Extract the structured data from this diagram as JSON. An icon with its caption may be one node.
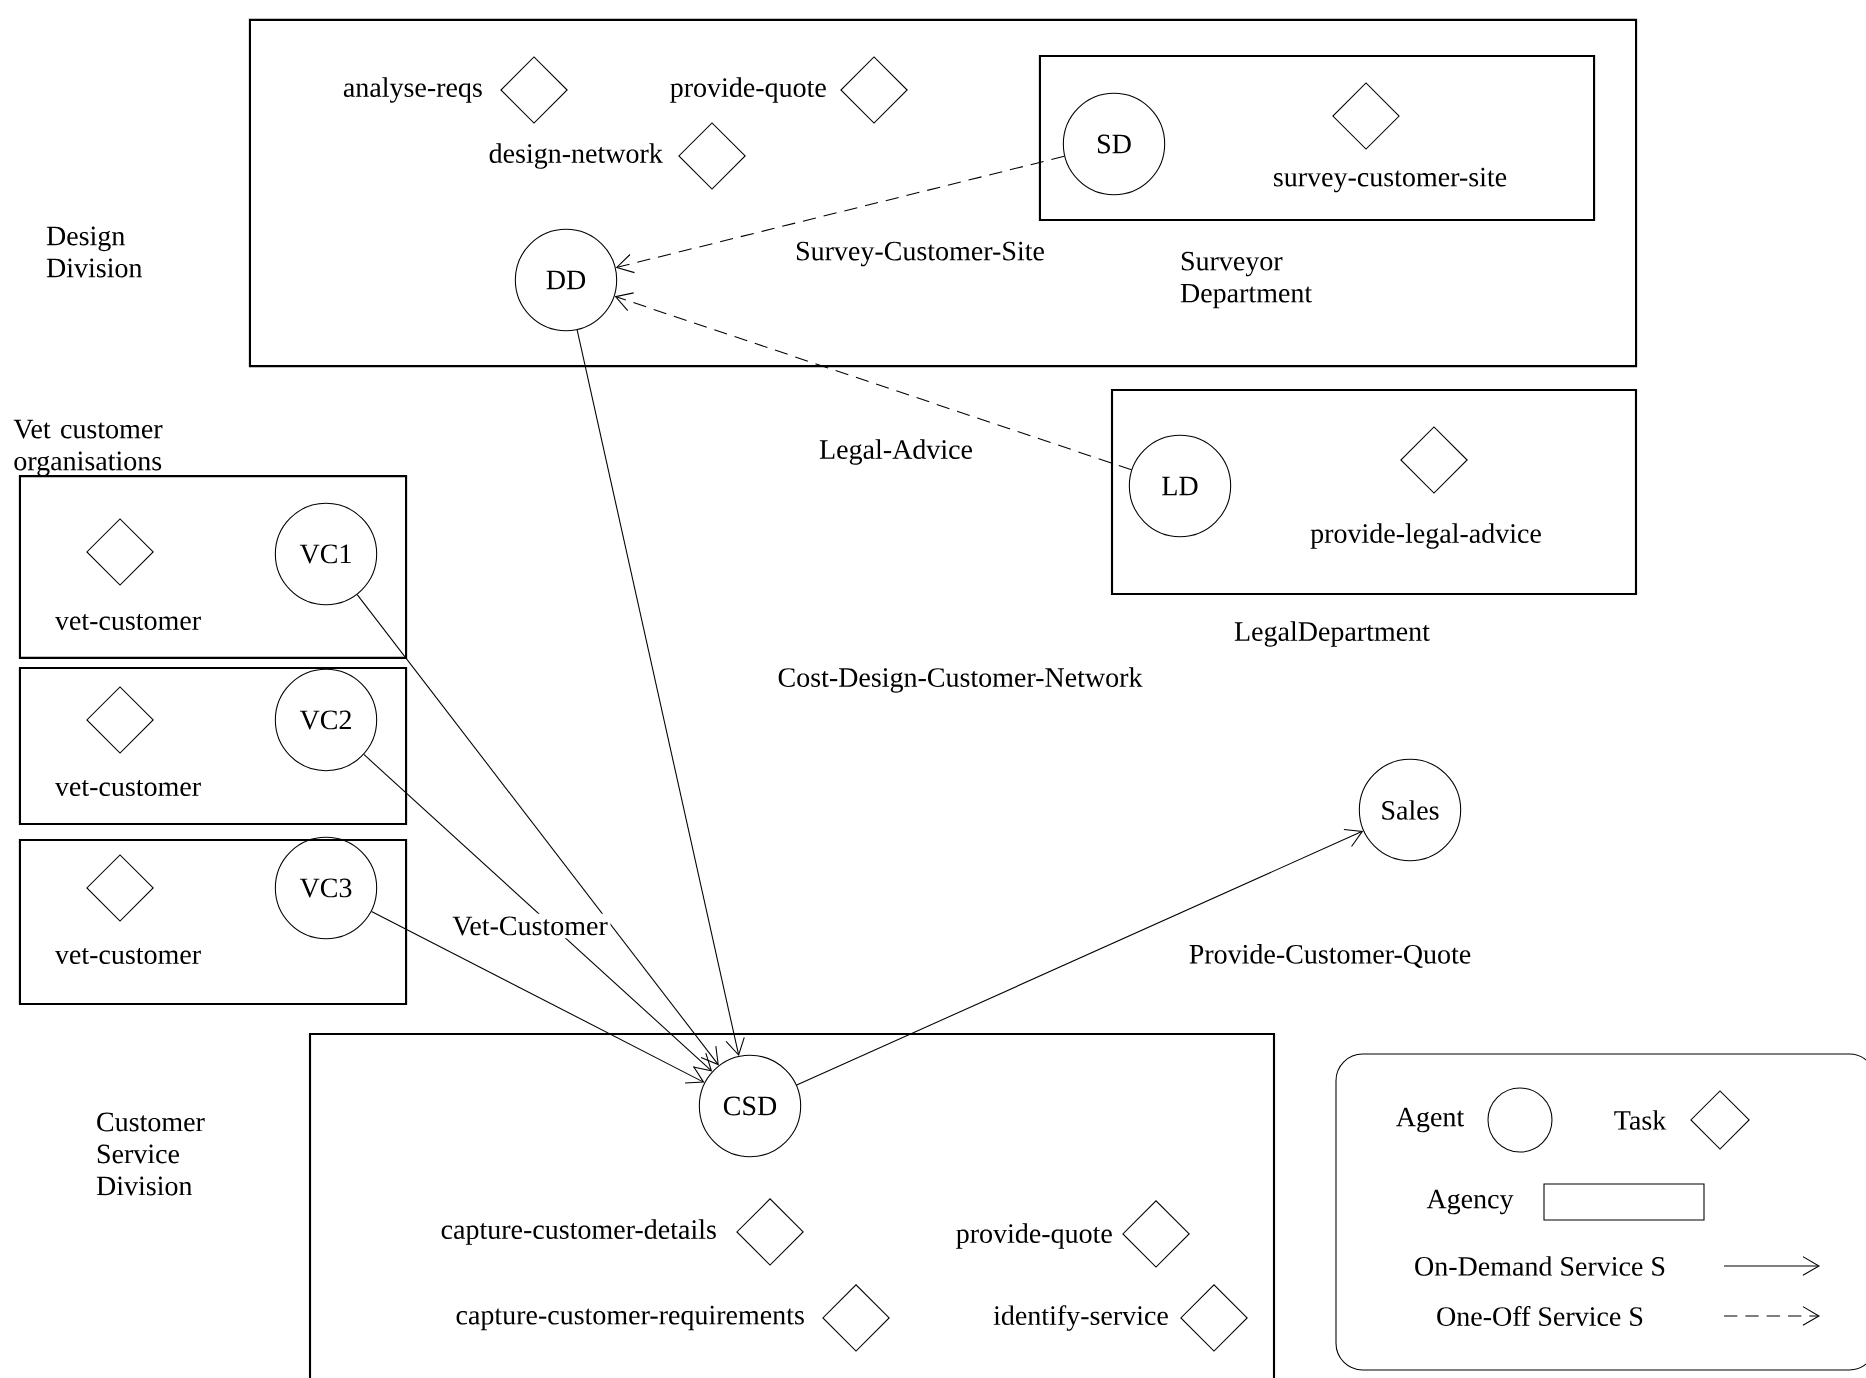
{
  "diagram": {
    "nodes": [
      {
        "text": [
          "Design Division"
        ]
      },
      {
        "text": [],
        "shape": "diamond",
        "beside": [
          "analyse-reqs"
        ],
        "in": 0
      },
      {
        "text": [],
        "shape": "diamond",
        "beside": [
          "provide-quote"
        ],
        "in": 0
      },
      {
        "text": [],
        "shape": "diamond",
        "beside": [
          "design-network"
        ],
        "in": 0
      },
      {
        "text": [
          "DD"
        ],
        "in": 0
      },
      {
        "text": [
          "Surveyor Department"
        ],
        "in": 0
      },
      {
        "text": [
          "SD"
        ],
        "in": 5
      },
      {
        "text": [],
        "shape": "diamond",
        "beside": [
          "survey-customer-site"
        ],
        "in": 5
      },
      {
        "text": [
          "LegalDepartment"
        ]
      },
      {
        "text": [
          "LD"
        ],
        "in": 8
      },
      {
        "text": [],
        "shape": "diamond",
        "beside": [
          "provide-legal-advice"
        ],
        "in": 8
      },
      {
        "text": [],
        "shape": "box"
      },
      {
        "text": [],
        "shape": "diamond",
        "beside": [
          "vet-customer"
        ],
        "in": 11
      },
      {
        "text": [
          "VC1"
        ],
        "in": 11
      },
      {
        "text": [],
        "shape": "box"
      },
      {
        "text": [],
        "shape": "diamond",
        "beside": [
          "vet-customer"
        ],
        "in": 14
      },
      {
        "text": [
          "VC2"
        ],
        "in": 14
      },
      {
        "text": [],
        "shape": "box"
      },
      {
        "text": [],
        "shape": "diamond",
        "beside": [
          "vet-customer"
        ],
        "in": 17
      },
      {
        "text": [
          "VC3"
        ],
        "in": 17
      },
      {
        "text": [
          "Sales"
        ]
      },
      {
        "text": [
          "Customer Service Division"
        ]
      },
      {
        "text": [
          "CSD"
        ],
        "in": 21
      },
      {
        "text": [],
        "shape": "diamond",
        "beside": [
          "capture-customer-details"
        ],
        "in": 21
      },
      {
        "text": [],
        "shape": "diamond",
        "beside": [
          "provide-quote"
        ],
        "in": 21
      },
      {
        "text": [],
        "shape": "diamond",
        "beside": [
          "capture-customer-requirements"
        ],
        "in": 21
      },
      {
        "text": [],
        "shape": "diamond",
        "beside": [
          "identify-service"
        ],
        "in": 21
      }
    ],
    "edges": [
      {
        "from": 6,
        "to": 4,
        "arrow": "to",
        "style": "dashed",
        "label": "Survey-Customer-Site"
      },
      {
        "from": 9,
        "to": 4,
        "arrow": "to",
        "style": "dashed",
        "label": "Legal-Advice"
      },
      {
        "from": 4,
        "to": 22,
        "arrow": "to",
        "label": "Cost-Design-Customer-Network"
      },
      {
        "from": 13,
        "to": 22,
        "arrow": "to"
      },
      {
        "from": 16,
        "to": 22,
        "arrow": "to"
      },
      {
        "from": 19,
        "to": 22,
        "arrow": "to",
        "label": "Vet-Customer"
      },
      {
        "from": 22,
        "to": 20,
        "arrow": "to",
        "label": "Provide-Customer-Quote"
      }
    ],
    "labels": [
      "Vet customer organisations"
    ],
    "legend": [
      {
        "text": "Agent"
      },
      {
        "text": "Task"
      },
      {
        "text": "Agency"
      },
      {
        "text": "On-Demand Service S"
      },
      {
        "text": "One-Off Service S"
      }
    ]
  }
}
